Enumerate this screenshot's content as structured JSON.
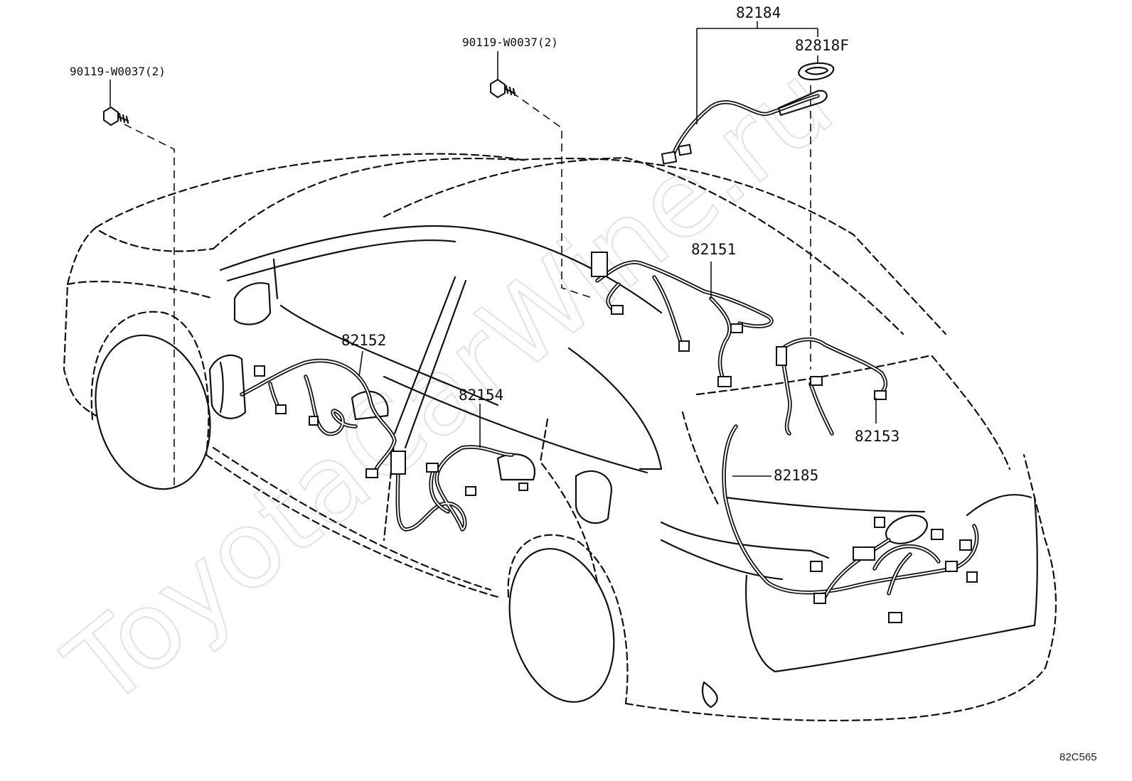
{
  "watermark": "ToyotaCarWine.ru",
  "diagram_code": "82C565",
  "parts": [
    {
      "id": "bolt-left",
      "label": "90119-W0037(2)"
    },
    {
      "id": "bolt-center",
      "label": "90119-W0037(2)"
    },
    {
      "id": "harness-82184",
      "label": "82184"
    },
    {
      "id": "grommet-82818F",
      "label": "82818F"
    },
    {
      "id": "harness-82151",
      "label": "82151"
    },
    {
      "id": "harness-82152",
      "label": "82152"
    },
    {
      "id": "harness-82154",
      "label": "82154"
    },
    {
      "id": "harness-82153",
      "label": "82153"
    },
    {
      "id": "harness-82185",
      "label": "82185"
    }
  ]
}
